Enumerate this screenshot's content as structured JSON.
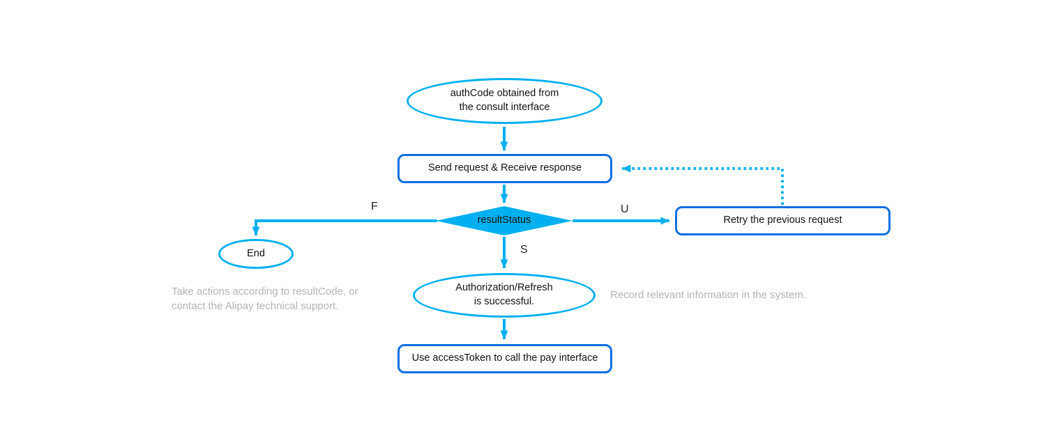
{
  "diagram": {
    "nodes": {
      "start": {
        "line1": "authCode obtained from",
        "line2": "the consult interface"
      },
      "send_request": {
        "label": "Send request & Receive response"
      },
      "decision": {
        "label": "resultStatus"
      },
      "end": {
        "label": "End"
      },
      "retry": {
        "label": "Retry the previous request"
      },
      "success": {
        "line1": "Authorization/Refresh",
        "line2": "is successful."
      },
      "pay": {
        "label": "Use accessToken to call the pay interface"
      }
    },
    "edge_labels": {
      "fail": "F",
      "unknown": "U",
      "success": "S"
    },
    "annotations": {
      "left_line1": "Take actions according to resultCode, or",
      "left_line2": "contact the Alipay technical support.",
      "right": "Record relevant information in the system."
    },
    "colors": {
      "flow_cyan": "#00b0f0",
      "node_border_blue": "#0e6fe0",
      "annotation_gray": "#b3b3b3",
      "node_text": "#111111"
    }
  }
}
